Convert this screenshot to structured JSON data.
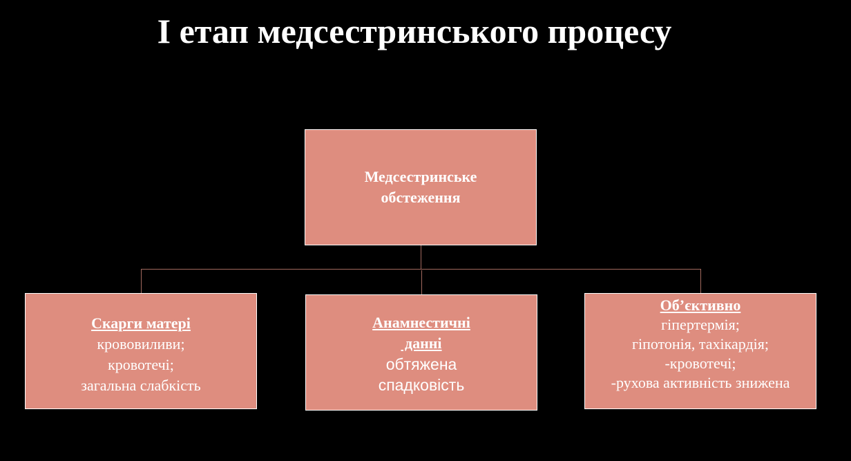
{
  "title": "І етап медсестринського процесу",
  "colors": {
    "background": "#000000",
    "box_fill": "#de8d7f",
    "box_border": "#ffffff",
    "connector": "#a36a5f",
    "text": "#ffffff"
  },
  "root": {
    "lines": [
      "Медсестринське",
      "обстеження"
    ]
  },
  "children": [
    {
      "heading": "Скарги матері",
      "items": [
        "крововиливи;",
        "кровотечі;",
        "загальна слабкість"
      ]
    },
    {
      "heading_lines": [
        "Анамнестичні",
        " данні"
      ],
      "items": [
        "обтяжена",
        "спадковість"
      ]
    },
    {
      "heading": "Об’єктивно",
      "items": [
        "гіпертермія;",
        "гіпотонія, тахікардія;",
        "-кровотечі;",
        "-рухова активність знижена"
      ]
    }
  ]
}
